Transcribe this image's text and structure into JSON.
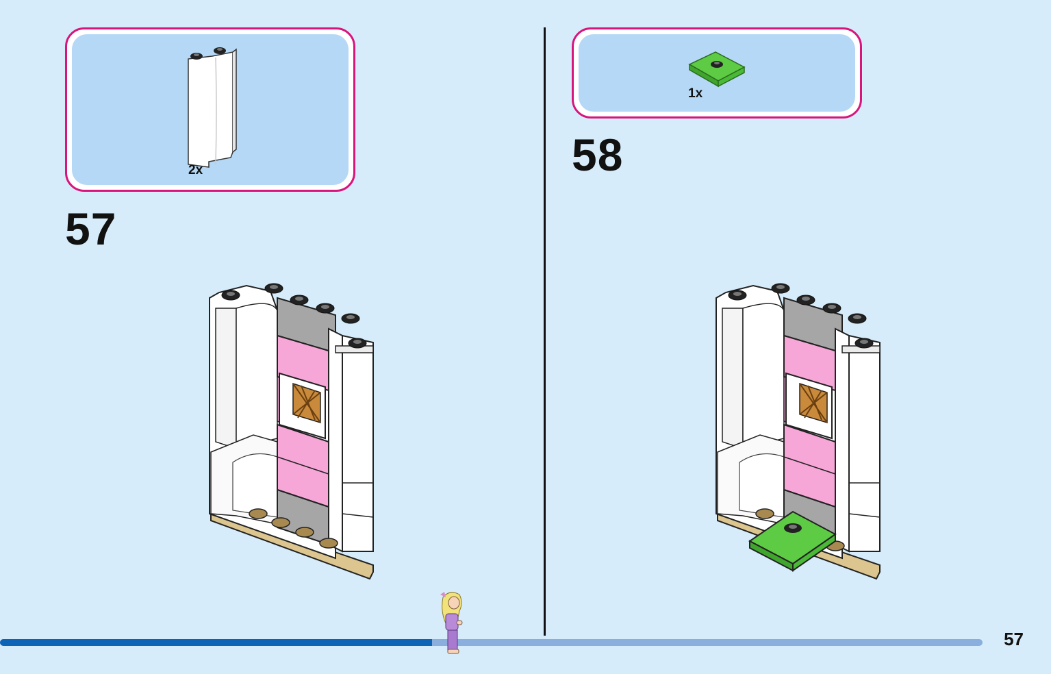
{
  "steps": [
    {
      "number": "57",
      "parts_quantity": "2x",
      "part_icon": "white-curved-panel"
    },
    {
      "number": "58",
      "parts_quantity": "1x",
      "part_icon": "green-tile-with-stud"
    }
  ],
  "page_number": "57",
  "progress": {
    "fraction": 0.44
  },
  "colors": {
    "background": "#d6ecfa",
    "parts_border": "#d9147c",
    "parts_fill": "#b4d8f5",
    "progress_done": "#0d63b5",
    "progress_todo": "#8aaedd",
    "brick_pink": "#f7a6d8",
    "brick_green": "#5dcc44",
    "brick_tan": "#dcc58e",
    "brick_gray": "#a6a6a6"
  }
}
